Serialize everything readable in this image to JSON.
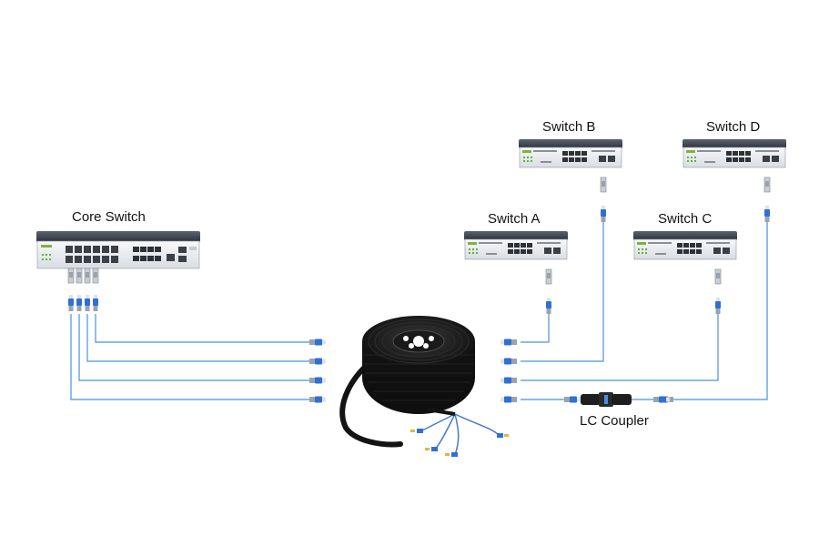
{
  "labels": {
    "core_switch": "Core Switch",
    "switch_a": "Switch A",
    "switch_b": "Switch B",
    "switch_c": "Switch C",
    "switch_d": "Switch D",
    "lc_coupler": "LC Coupler"
  },
  "colors": {
    "fiber": "#4a90e2",
    "connector": "#2f6fd6",
    "switch_body": "#3c4450",
    "switch_face": "#eef0f3",
    "cable": "#1b1b1b"
  }
}
